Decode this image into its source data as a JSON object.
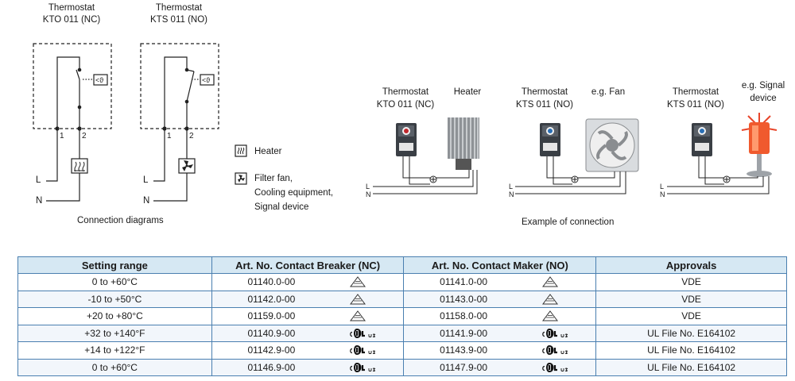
{
  "diagram_left": {
    "thermostat_nc": {
      "title": "Thermostat",
      "model": "KTO 011 (NC)"
    },
    "thermostat_no": {
      "title": "Thermostat",
      "model": "KTS 011 (NO)"
    },
    "terminal_1": "1",
    "terminal_2": "2",
    "line_l": "L",
    "line_n": "N",
    "caption": "Connection diagrams",
    "legend_heater": "Heater",
    "legend_fan": [
      "Filter fan,",
      "Cooling equipment,",
      "Signal device"
    ]
  },
  "diagram_right": {
    "ex1": {
      "title": "Thermostat",
      "model": "KTO 011 (NC)",
      "device": "Heater"
    },
    "ex2": {
      "title": "Thermostat",
      "model": "KTS 011 (NO)",
      "device": "e.g. Fan"
    },
    "ex3": {
      "title": "Thermostat",
      "model": "KTS 011 (NO)",
      "device_line1": "e.g. Signal",
      "device_line2": "device"
    },
    "line_l": "L",
    "line_n": "N",
    "caption": "Example of connection"
  },
  "table": {
    "headers": [
      "Setting range",
      "Art. No. Contact Breaker (NC)",
      "Art. No. Contact Maker (NO)",
      "Approvals"
    ],
    "rows": [
      {
        "range": "0 to +60°C",
        "nc": "01140.0-00",
        "no": "01141.0-00",
        "mark": "vde",
        "approval": "VDE"
      },
      {
        "range": "-10 to +50°C",
        "nc": "01142.0-00",
        "no": "01143.0-00",
        "mark": "vde",
        "approval": "VDE"
      },
      {
        "range": "+20 to +80°C",
        "nc": "01159.0-00",
        "no": "01158.0-00",
        "mark": "vde",
        "approval": "VDE"
      },
      {
        "range": "+32 to +140°F",
        "nc": "01140.9-00",
        "no": "01141.9-00",
        "mark": "ul",
        "approval": "UL File No. E164102"
      },
      {
        "range": "+14 to +122°F",
        "nc": "01142.9-00",
        "no": "01143.9-00",
        "mark": "ul",
        "approval": "UL File No. E164102"
      },
      {
        "range": "0 to +60°C",
        "nc": "01146.9-00",
        "no": "01147.9-00",
        "mark": "ul",
        "approval": "UL File No. E164102"
      }
    ]
  },
  "colors": {
    "table_border": "#4a7fb0",
    "header_bg": "#d6e8f3",
    "wire": "#222222",
    "nc_dot": "#c0282d",
    "no_dot": "#2a6fb5",
    "signal": "#e8452a"
  }
}
